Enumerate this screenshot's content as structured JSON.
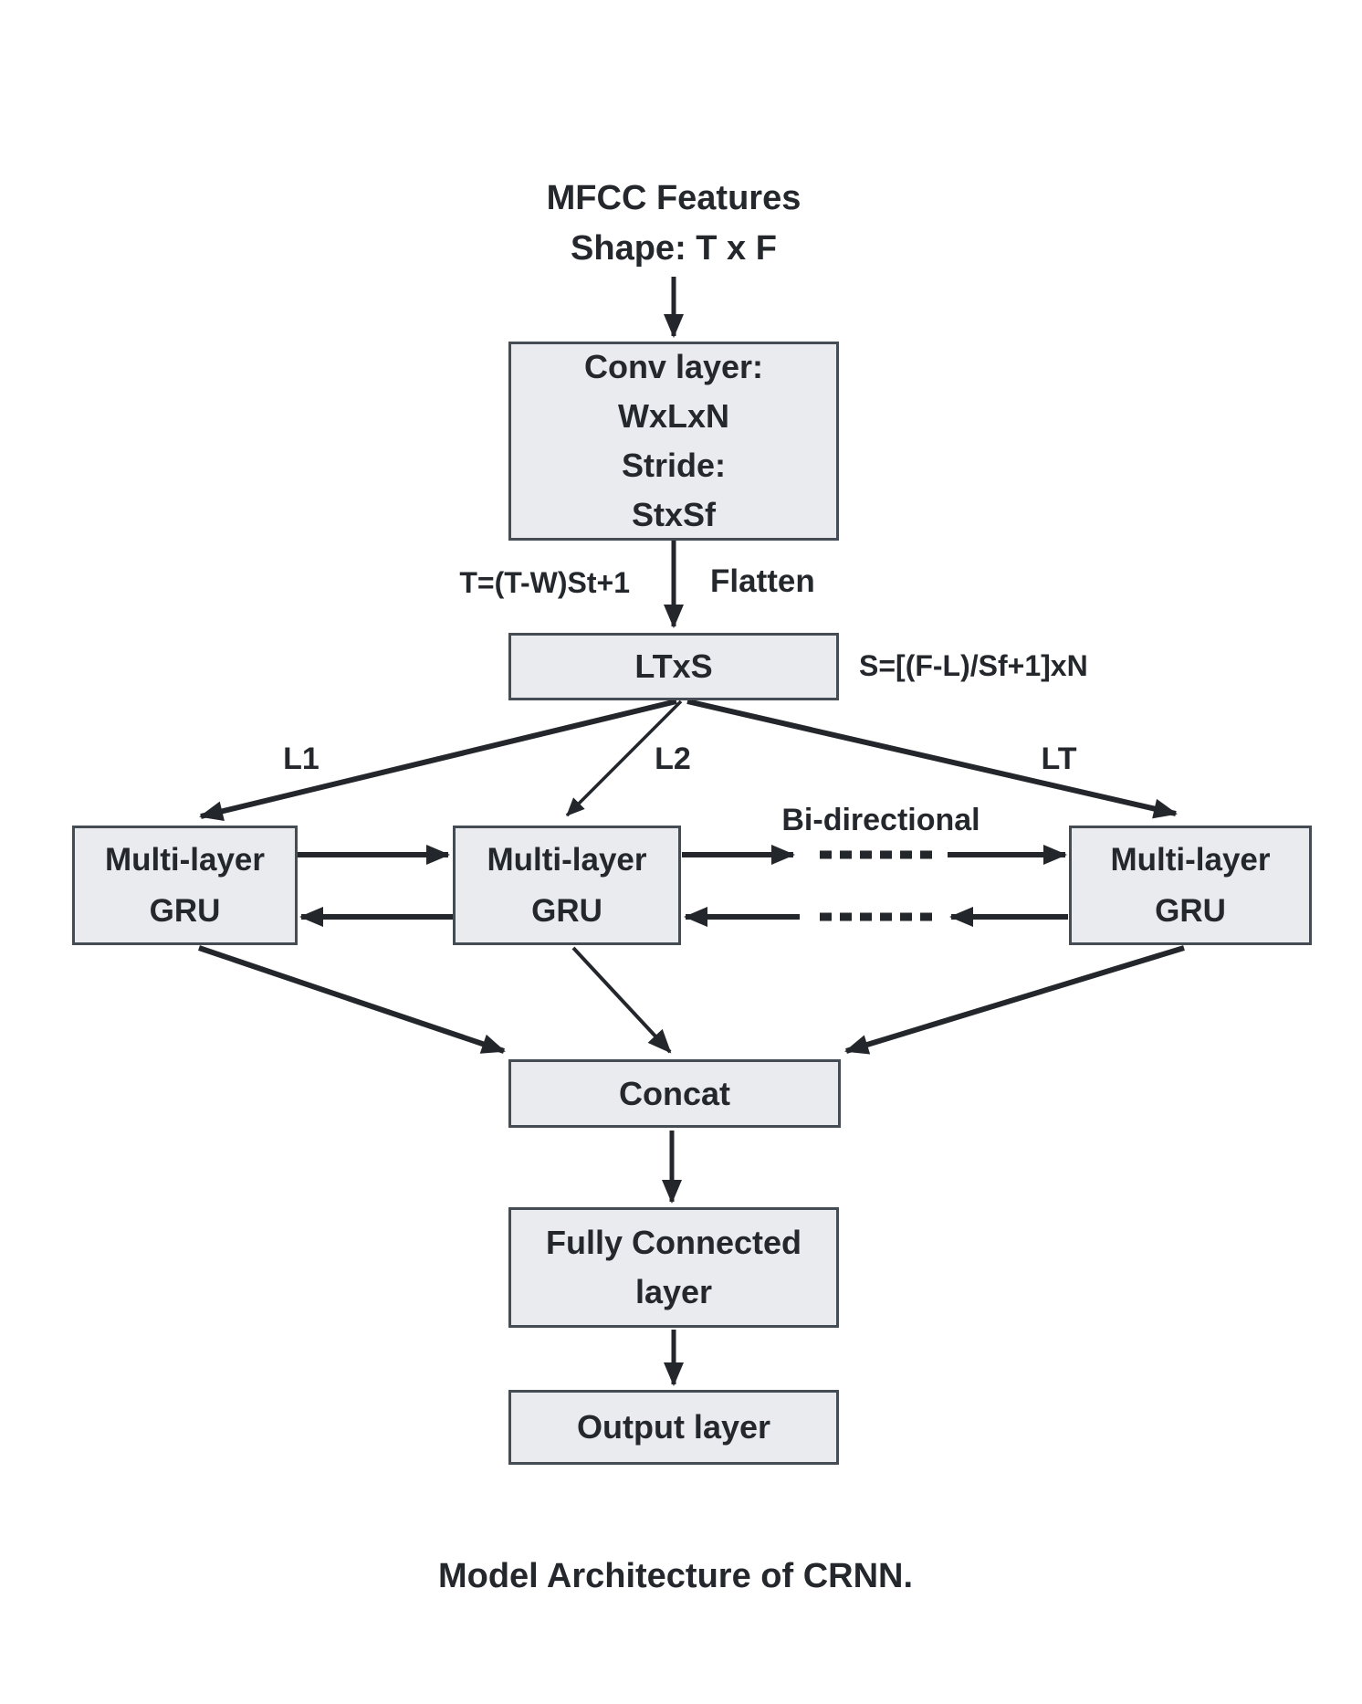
{
  "diagram": {
    "input": {
      "line1": "MFCC Features",
      "line2": "Shape: T x F"
    },
    "conv": {
      "lines": [
        "Conv layer:",
        "WxLxN",
        "Stride:",
        "StxSf"
      ]
    },
    "ltxs": {
      "label": "LTxS"
    },
    "gru": {
      "line1": "Multi-layer",
      "line2": "GRU"
    },
    "concat": {
      "label": "Concat"
    },
    "fc": {
      "lines": [
        "Fully Connected",
        "layer"
      ]
    },
    "output": {
      "label": "Output layer"
    },
    "edge_labels": {
      "t_formula": "T=(T-W)St+1",
      "flatten": "Flatten",
      "s_formula": "S=[(F-L)/Sf+1]xN",
      "l1": "L1",
      "l2": "L2",
      "lt": "LT",
      "bidirectional": "Bi-directional"
    },
    "caption": "Model Architecture of CRNN."
  },
  "colors": {
    "background": "#ffffff",
    "box_fill": "#e9ebee",
    "box_border": "#454c53",
    "text": "#24282d",
    "arrow": "#23272c"
  }
}
